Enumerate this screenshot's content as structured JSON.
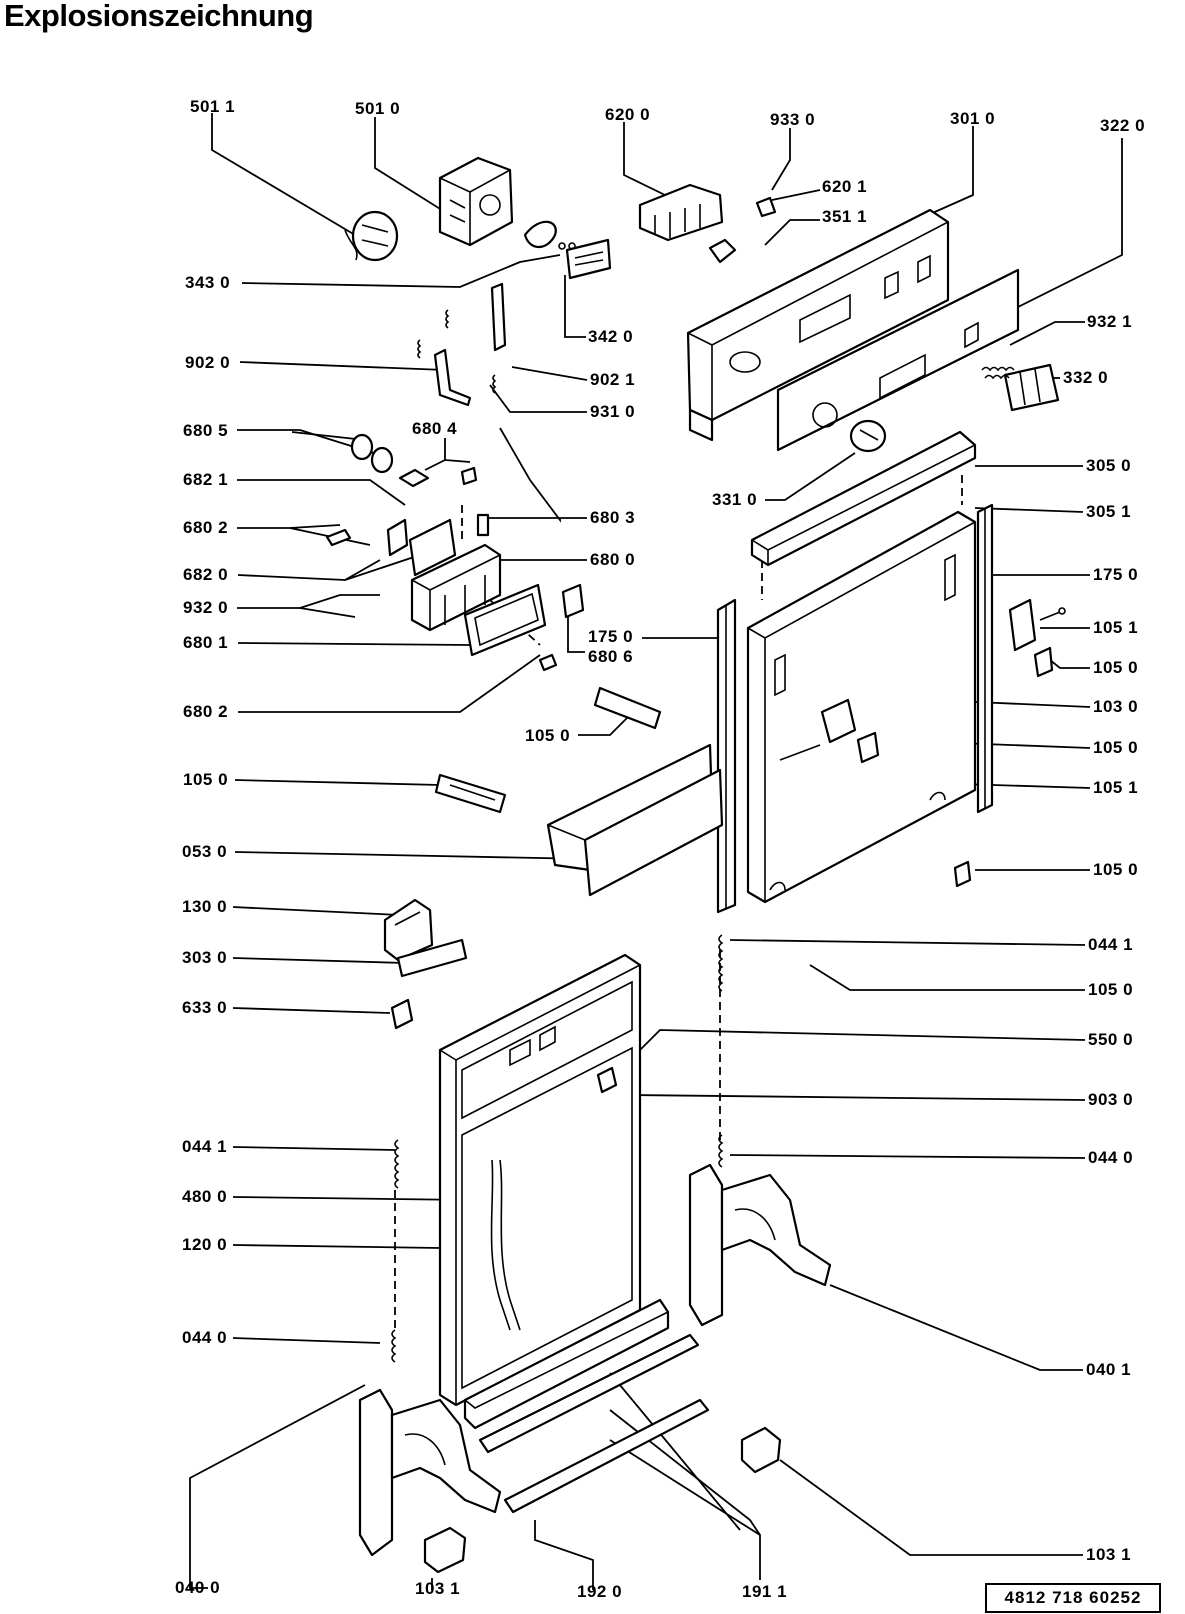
{
  "title": "Explosionszeichnung",
  "document_number": "4812 718 60252",
  "labels": [
    {
      "id": "l1",
      "text": "501 1"
    },
    {
      "id": "l2",
      "text": "501 0"
    },
    {
      "id": "l3",
      "text": "620 0"
    },
    {
      "id": "l4",
      "text": "933 0"
    },
    {
      "id": "l5",
      "text": "301 0"
    },
    {
      "id": "l6",
      "text": "322 0"
    },
    {
      "id": "l7",
      "text": "620 1"
    },
    {
      "id": "l8",
      "text": "351 1"
    },
    {
      "id": "l9",
      "text": "343 0"
    },
    {
      "id": "l10",
      "text": "342 0"
    },
    {
      "id": "l11",
      "text": "932 1"
    },
    {
      "id": "l12",
      "text": "902 0"
    },
    {
      "id": "l13",
      "text": "902 1"
    },
    {
      "id": "l14",
      "text": "332 0"
    },
    {
      "id": "l15",
      "text": "931 0"
    },
    {
      "id": "l16",
      "text": "680 5"
    },
    {
      "id": "l17",
      "text": "680 4"
    },
    {
      "id": "l18",
      "text": "331 0"
    },
    {
      "id": "l19",
      "text": "305 0"
    },
    {
      "id": "l20",
      "text": "682 1"
    },
    {
      "id": "l21",
      "text": "305 1"
    },
    {
      "id": "l22",
      "text": "680 2"
    },
    {
      "id": "l23",
      "text": "680 3"
    },
    {
      "id": "l24",
      "text": "682 0"
    },
    {
      "id": "l25",
      "text": "680 0"
    },
    {
      "id": "l26",
      "text": "175 0"
    },
    {
      "id": "l27",
      "text": "932 0"
    },
    {
      "id": "l28",
      "text": "175 0"
    },
    {
      "id": "l29",
      "text": "105 1"
    },
    {
      "id": "l30",
      "text": "680 1"
    },
    {
      "id": "l31",
      "text": "680 6"
    },
    {
      "id": "l32",
      "text": "105 0"
    },
    {
      "id": "l33",
      "text": "680 2"
    },
    {
      "id": "l34",
      "text": "103 0"
    },
    {
      "id": "l35",
      "text": "105 0"
    },
    {
      "id": "l36",
      "text": "105 0"
    },
    {
      "id": "l37",
      "text": "105 0"
    },
    {
      "id": "l38",
      "text": "105 1"
    },
    {
      "id": "l39",
      "text": "053 0"
    },
    {
      "id": "l40",
      "text": "105 0"
    },
    {
      "id": "l41",
      "text": "130 0"
    },
    {
      "id": "l42",
      "text": "044 1"
    },
    {
      "id": "l43",
      "text": "303 0"
    },
    {
      "id": "l44",
      "text": "105 0"
    },
    {
      "id": "l45",
      "text": "633 0"
    },
    {
      "id": "l46",
      "text": "550 0"
    },
    {
      "id": "l47",
      "text": "903 0"
    },
    {
      "id": "l48",
      "text": "044 1"
    },
    {
      "id": "l49",
      "text": "044 0"
    },
    {
      "id": "l50",
      "text": "480 0"
    },
    {
      "id": "l51",
      "text": "120 0"
    },
    {
      "id": "l52",
      "text": "044 0"
    },
    {
      "id": "l53",
      "text": "040 1"
    },
    {
      "id": "l54",
      "text": "103 1"
    },
    {
      "id": "l55",
      "text": "040 0"
    },
    {
      "id": "l56",
      "text": "103 1"
    },
    {
      "id": "l57",
      "text": "192 0"
    },
    {
      "id": "l58",
      "text": "191 1"
    }
  ]
}
